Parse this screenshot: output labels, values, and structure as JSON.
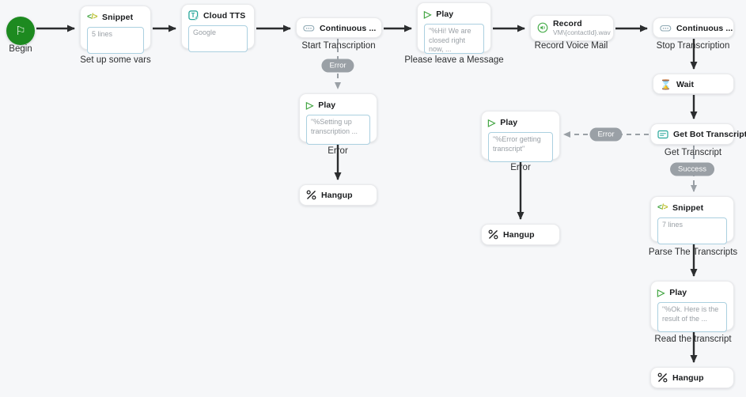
{
  "app": {
    "name": "contact-flow-canvas"
  },
  "colors": {
    "canvas_bg": "#f6f7f9",
    "node_bg": "#ffffff",
    "begin_green": "#1d8a20",
    "icon_green": "#3fa33f",
    "icon_teal": "#26a69a",
    "icon_blue": "#2456a4",
    "wire_solid": "#2b2d2f",
    "wire_dashed": "#9aa0a6",
    "badge_bg": "#9aa0a6"
  },
  "icons": {
    "flag": "⚐",
    "snippet_open": "<",
    "snippet_close": "/>",
    "play": "▷",
    "wait": "⌛",
    "tts_letter": "T"
  },
  "nodes": {
    "begin": {
      "label": "Begin"
    },
    "snippet1": {
      "title": "Snippet",
      "box": "5 lines",
      "caption": "Set up some vars"
    },
    "cloud_tts": {
      "title": "Cloud TTS",
      "box": "Google"
    },
    "start_transcription": {
      "title": "Continuous ...",
      "caption": "Start Transcription"
    },
    "play_greeting": {
      "title": "Play",
      "box": "\"%Hi! We are closed right now, ...",
      "caption": "Please leave a Message"
    },
    "record": {
      "title": "Record",
      "subtitle": "VM\\{contactId}.wav",
      "caption": "Record Voice Mail"
    },
    "stop_transcription": {
      "title": "Continuous ...",
      "caption": "Stop Transcription"
    },
    "wait": {
      "title": "Wait"
    },
    "get_bot_transcript": {
      "title": "Get Bot Transcript",
      "caption": "Get Transcript"
    },
    "snippet2": {
      "title": "Snippet",
      "box": "7 lines",
      "caption": "Parse The Transcripts"
    },
    "play_result": {
      "title": "Play",
      "box": "\"%Ok. Here is the result of the ...",
      "caption": "Read the transcript"
    },
    "hangup_main": {
      "title": "Hangup"
    },
    "play_setup_error": {
      "title": "Play",
      "box": "\"%Setting up transcription ...",
      "caption": "Error"
    },
    "hangup_error1": {
      "title": "Hangup"
    },
    "play_transcript_error": {
      "title": "Play",
      "box": "\"%Error getting transcript\"",
      "caption": "Error"
    },
    "hangup_error2": {
      "title": "Hangup"
    }
  },
  "badges": {
    "error_start": "Error",
    "success": "Success",
    "error_transcript": "Error"
  }
}
